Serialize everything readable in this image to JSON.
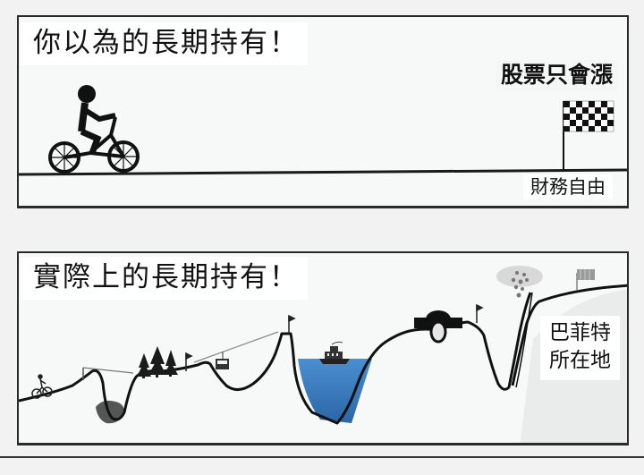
{
  "comic": {
    "top_panel": {
      "title": "你以為的長期持有！",
      "top_right_label": "股票只會漲",
      "finish_label": "財務自由",
      "elements": [
        "stick-figure-cyclist",
        "straight-ground-line",
        "checkered-finish-flag"
      ]
    },
    "bottom_panel": {
      "title": "實際上的長期持有！",
      "destination_label": "巴菲特\n所在地",
      "elements": [
        "small-cyclist",
        "hills",
        "valley-pit",
        "pine-trees",
        "flags",
        "cable-car",
        "lake-with-ship",
        "tunnel-arch",
        "rock-fall-cloud",
        "deep-crevasse",
        "finish-flag"
      ]
    }
  },
  "colors": {
    "background": "#f2f2f2",
    "panel_bg": "#f7f8f8",
    "line": "#1a1a1a",
    "water": "#3a7bbf",
    "water_dark": "#2a5f9a",
    "pit_fill": "#555555"
  }
}
